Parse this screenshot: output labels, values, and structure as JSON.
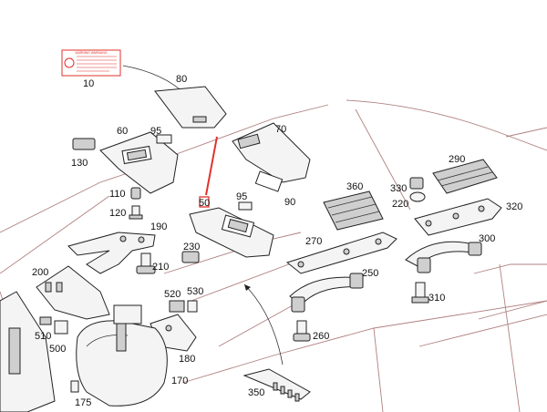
{
  "diagram": {
    "labels": [
      "10",
      "80",
      "60",
      "95",
      "70",
      "130",
      "110",
      "120",
      "190",
      "90",
      "95",
      "50",
      "230",
      "210",
      "200",
      "360",
      "330",
      "220",
      "290",
      "320",
      "270",
      "300",
      "250",
      "520",
      "530",
      "310",
      "510",
      "500",
      "260",
      "180",
      "170",
      "175",
      "350"
    ],
    "warning_card_text": "WARNING  WARNUNG",
    "colors": {
      "ink": "#222222",
      "car_outline": "#b08080",
      "highlight": "#e0302a"
    }
  }
}
